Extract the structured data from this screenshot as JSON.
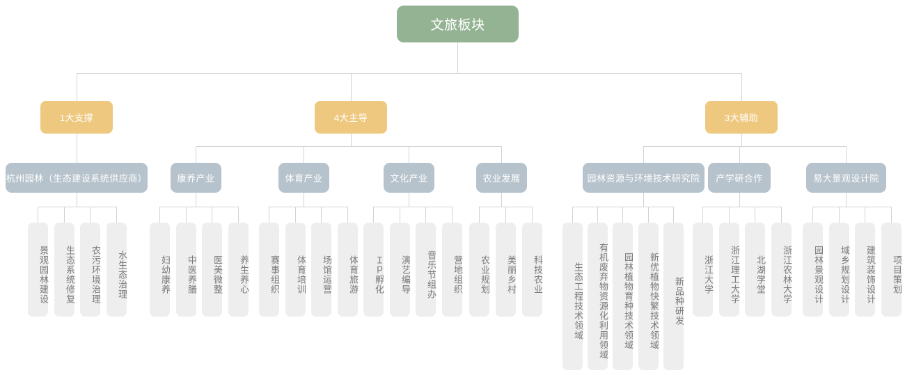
{
  "diagram": {
    "title_node": "文旅板块",
    "colors": {
      "root": "#93b392",
      "level2": "#efc880",
      "level3": "#b7c3cc",
      "leaf_bg": "#eeeeee",
      "leaf_text": "#7a7a7a",
      "connector": "#d0d3d6",
      "background": "#ffffff"
    },
    "level2": [
      {
        "label": "1大支撑"
      },
      {
        "label": "4大主导"
      },
      {
        "label": "3大辅助"
      }
    ],
    "level3": [
      {
        "label": "杭州园林（生态建设系统供应商）"
      },
      {
        "label": "康养产业"
      },
      {
        "label": "体育产业"
      },
      {
        "label": "文化产业"
      },
      {
        "label": "农业发展"
      },
      {
        "label": "园林资源与环境技术研究院"
      },
      {
        "label": "产学研合作"
      },
      {
        "label": "易大景观设计院"
      }
    ],
    "leaves": {
      "hangzhou_yuanlin": [
        "景观园林建设",
        "生态系统修复",
        "农污环境治理",
        "水生态治理"
      ],
      "kangyang": [
        "妇幼康养",
        "中医养膳",
        "医美微整",
        "养生养心"
      ],
      "tiyu": [
        "赛事组织",
        "体育培训",
        "场馆运营",
        "体育旅游"
      ],
      "wenhua": [
        "Ｉｐ孵化",
        "演艺编导",
        "音乐节组办",
        "营地组织"
      ],
      "nongye": [
        "农业规划",
        "美丽乡村",
        "科技农业"
      ],
      "yanjiuyuan": [
        "生态工程技术领域",
        "有机废弃物资源化利用领域",
        "园林植物育种技术领域",
        "新优植物快繁技术领域",
        "新品种研发"
      ],
      "chanxueyan": [
        "浙江大学",
        "浙江理工大学",
        "北湖学堂",
        "浙江农林大学"
      ],
      "yidajingguan": [
        "园林景观设计",
        "域乡规划设计",
        "建筑装饰设计",
        "项目策划"
      ]
    }
  }
}
